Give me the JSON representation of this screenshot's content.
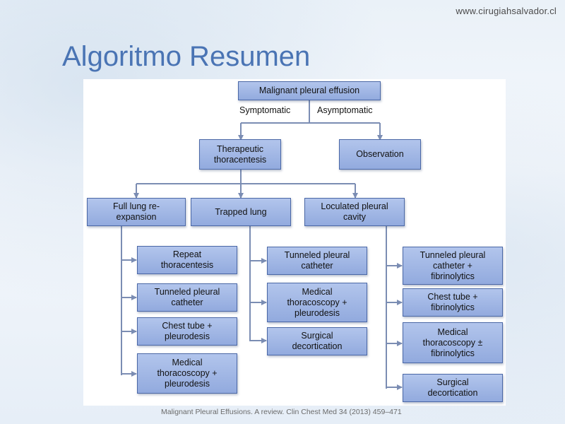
{
  "website": "www.cirugiahsalvador.cl",
  "title": "Algoritmo Resumen",
  "citation": "Malignant Pleural Effusions. A review. Clin Chest Med 34 (2013)  459–471",
  "colors": {
    "title": "#4a74b4",
    "node_fill": "#a3b8e6",
    "node_border": "#4b68a6",
    "connector": "#7b8db3"
  },
  "diagram": {
    "root": "Malignant pleural effusion",
    "branch_labels": {
      "symptomatic": "Symptomatic",
      "asymptomatic": "Asymptomatic"
    },
    "level2": {
      "therapeutic": "Therapeutic\nthoracentesis",
      "observation": "Observation"
    },
    "level3": {
      "full_lung": "Full lung re-\nexpansion",
      "trapped_lung": "Trapped lung",
      "loculated": "Loculated pleural\ncavity"
    },
    "full_lung_options": [
      "Repeat\nthoracentesis",
      "Tunneled pleural\ncatheter",
      "Chest tube +\npleurodesis",
      "Medical\nthoracoscopy +\npleurodesis"
    ],
    "trapped_lung_options": [
      "Tunneled pleural\ncatheter",
      "Medical\nthoracoscopy +\npleurodesis",
      "Surgical\ndecortication"
    ],
    "loculated_options": [
      "Tunneled pleural\ncatheter +\nfibrinolytics",
      "Chest tube +\nfibrinolytics",
      "Medical\nthoracoscopy ±\nfibrinolytics",
      "Surgical\ndecortication"
    ]
  }
}
